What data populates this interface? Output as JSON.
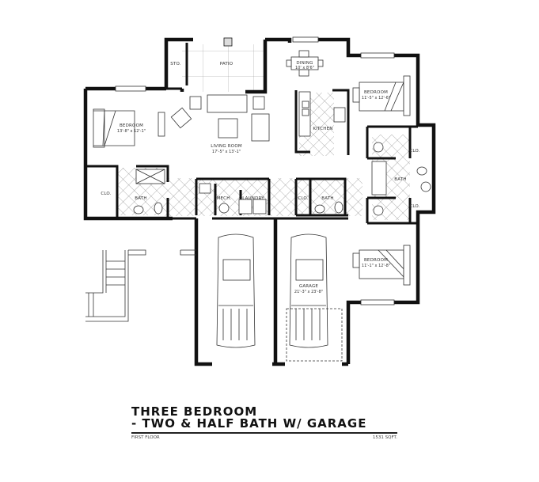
{
  "title": {
    "line1": "THREE BEDROOM",
    "line2": "- TWO & HALF BATH W/ GARAGE",
    "floor": "FIRST FLOOR",
    "area": "1531 SQFT."
  },
  "rooms": {
    "storage": {
      "name": "STO."
    },
    "patio": {
      "name": "PATIO"
    },
    "dining": {
      "name": "DINING",
      "dims": "10' x 8'6\""
    },
    "bedroom_left": {
      "name": "BEDROOM",
      "dims": "13'-8\" x 12'-1\""
    },
    "living": {
      "name": "LIVING ROOM",
      "dims": "17'-5\" x 13'-1\""
    },
    "kitchen": {
      "name": "KITCHEN"
    },
    "bedroom_top_right": {
      "name": "BEDROOM",
      "dims": "11'-5\" x 12'-6\""
    },
    "bedroom_bottom_right": {
      "name": "BEDROOM",
      "dims": "11'-1\" x 12'-8\""
    },
    "closet_left": {
      "name": "CLO."
    },
    "bath_left": {
      "name": "BATH"
    },
    "mech": {
      "name": "MECH."
    },
    "laundry": {
      "name": "LAUNDRY"
    },
    "closet_hall": {
      "name": "CLO."
    },
    "bath_half": {
      "name": "BATH"
    },
    "bath_right": {
      "name": "BATH"
    },
    "closet_right_top": {
      "name": "CLO."
    },
    "closet_right_bottom": {
      "name": "CLO."
    },
    "garage": {
      "name": "GARAGE",
      "dims": "21'-3\" x 23'-8\""
    }
  },
  "colors": {
    "wall": "#111111",
    "line": "#333333",
    "background": "#ffffff"
  }
}
